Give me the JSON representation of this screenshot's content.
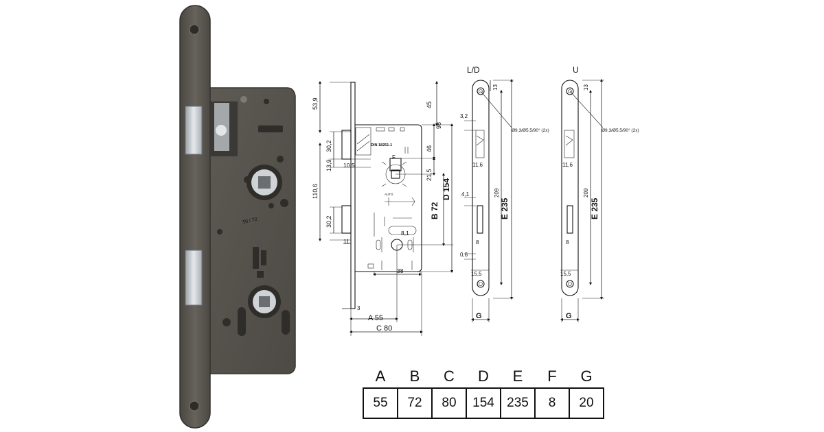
{
  "photo": {
    "brand_mark": "",
    "stamp": "50 / 72"
  },
  "front_drawing": {
    "plate_label": "DIN 18251-1",
    "follower_letter": "F",
    "vertical_dims": [
      "53,9",
      "30,2",
      "13,9",
      "110,6",
      "30,2",
      "45",
      "98",
      "46",
      "21,5"
    ],
    "bottom_dims": [
      "10,5",
      "11",
      "8,1",
      "38"
    ],
    "tiny_bottom": "3",
    "labels": {
      "b": "B 72",
      "d": "D 154",
      "a": "A 55",
      "c": "C 80"
    }
  },
  "side_ld": {
    "title": "L/D",
    "hole_note": "Ø9,3/Ø5,5/90° (2x)",
    "dims": [
      "13",
      "3,2",
      "11,6",
      "4,1",
      "209",
      "8",
      "0,6",
      "15,5"
    ],
    "e_label": "E 235",
    "g_label": "G"
  },
  "side_u": {
    "title": "U",
    "hole_note": "Ø9,3/Ø5,5/90° (2x)",
    "dims": [
      "13",
      "11,6",
      "209",
      "8",
      "15,5"
    ],
    "e_label": "E 235",
    "g_label": "G"
  },
  "spec_table": {
    "headers": [
      "A",
      "B",
      "C",
      "D",
      "E",
      "F",
      "G"
    ],
    "values": [
      "55",
      "72",
      "80",
      "154",
      "235",
      "8",
      "20"
    ]
  },
  "colors": {
    "plate_face": "#5a5650",
    "plate_edge": "#3f3c37",
    "chrome": "#d0d4d8",
    "line": "#111111"
  }
}
